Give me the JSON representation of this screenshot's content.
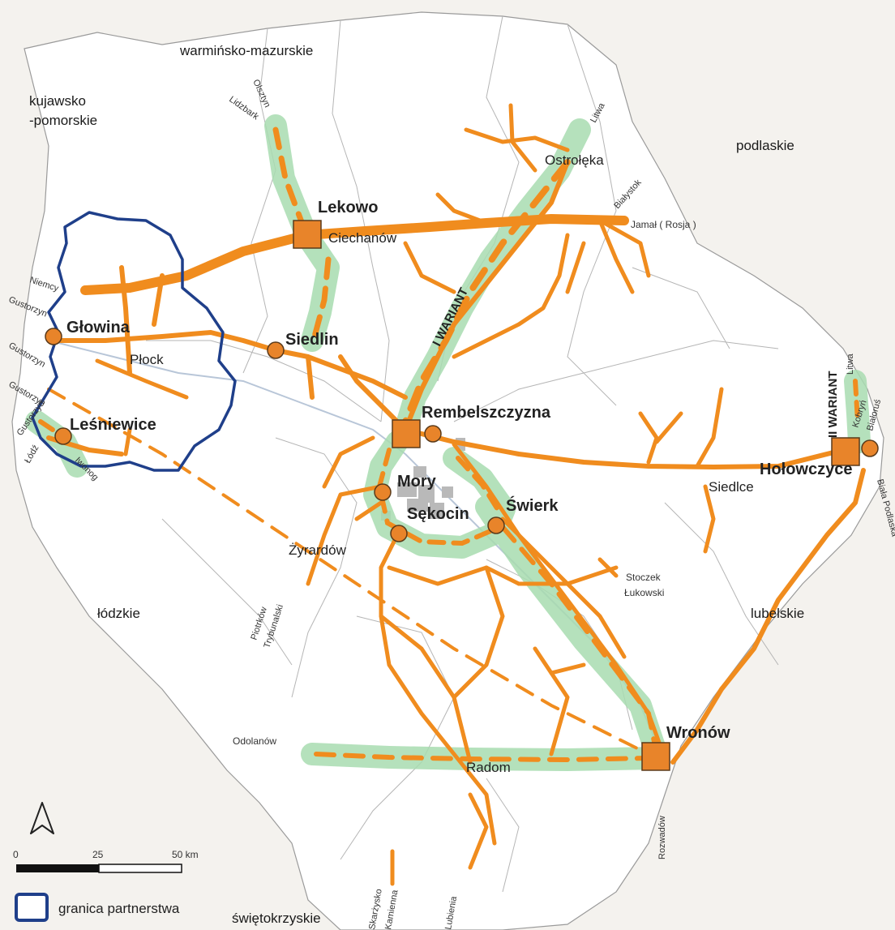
{
  "regions": {
    "warminsko": "warmińsko-mazurskie",
    "kujawsko": "kujawsko",
    "kujawsko2": "-pomorskie",
    "podlaskie": "podlaskie",
    "lodzkie": "łódzkie",
    "lubelskie": "lubelskie",
    "swietokrzyskie": "świętokrzyskie"
  },
  "cities_major": {
    "lekowo": "Lekowo",
    "glowina": "Głowina",
    "siedlin": "Siedlin",
    "lesniewice": "Leśniewice",
    "rembelszczyzna": "Rembelszczyzna",
    "mory": "Mory",
    "sekocin": "Sękocin",
    "swierk": "Świerk",
    "holowczyce": "Hołowczyce",
    "wronow": "Wronów"
  },
  "cities_minor": {
    "ciechanow": "Ciechanów",
    "plock": "Płock",
    "ostroleka": "Ostrołęka",
    "siedlce": "Siedlce",
    "zyrardow": "Żyrardów",
    "radom": "Radom",
    "stoczek1": "Stoczek",
    "stoczek2": "Łukowski",
    "odolanow": "Odolanów"
  },
  "directions": {
    "olsztyn": "Olsztyn",
    "lidzbark": "Lidzbark",
    "litwa_top": "Litwa",
    "bialystok": "Białystok",
    "jamal": "Jamał ( Rosja )",
    "niemcy": "Niemcy",
    "gustorzyn1": "Gustorzyn",
    "gustorzyn2": "Gustorzyn",
    "gustorzyn3": "Gustorzyn",
    "gustorzyn4": "Gustorzyn",
    "lodz": "Łódź",
    "iwonog": "Iwonog",
    "litwa_right": "Litwa",
    "kobryn": "Kobryń",
    "bialorus": "Białoruś",
    "biala": "Biała Podlaska",
    "piotrkow": "Piotrków",
    "trybunalski": "Trybunalski",
    "rozwadow": "Rozwadów",
    "skarzysko": "Skarżysko",
    "kamienna": "Kamienna",
    "lubienia": "Lubienia"
  },
  "variants": {
    "first": "I WARIANT",
    "second": "II WARIANT"
  },
  "scale": {
    "zero": "0",
    "mid": "25",
    "end": "50 km"
  },
  "legend": {
    "boundary_label": "granica partnerstwa"
  },
  "colors": {
    "pipeline": "#f08c1e",
    "corridor": "#a8dcb0",
    "partnership_boundary": "#1f3f8a",
    "node_fill": "#e8842a"
  },
  "icons": {
    "north_arrow": "north-arrow-icon",
    "boundary_swatch": "boundary-swatch-icon",
    "hub_square": "hub-square-icon",
    "node_circle": "node-circle-icon"
  }
}
